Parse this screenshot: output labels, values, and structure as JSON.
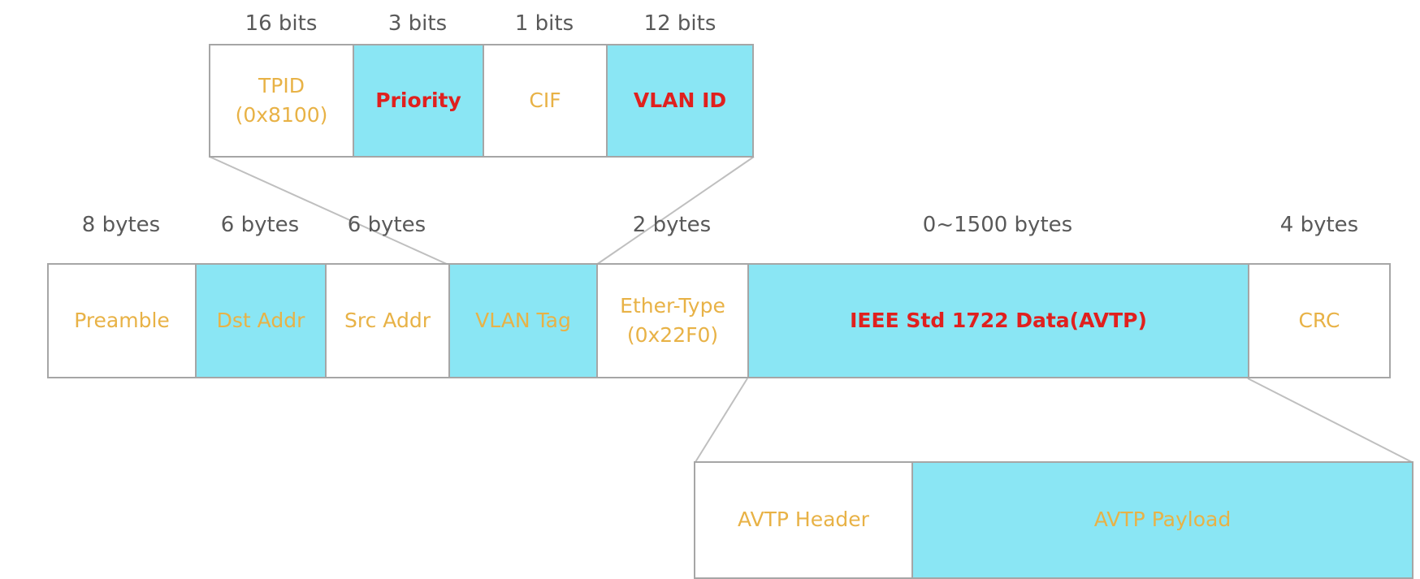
{
  "colors": {
    "accent_fill": "#8ae6f4",
    "label_text": "#e8b246",
    "highlight_text": "#e0201e",
    "size_text": "#595959",
    "border": "#a6a6a6"
  },
  "vlan_tag": {
    "sizes": [
      "16 bits",
      "3 bits",
      "1 bits",
      "12 bits"
    ],
    "fields": [
      {
        "line1": "TPID",
        "line2": "(0x8100)"
      },
      {
        "label": "Priority"
      },
      {
        "label": "CIF"
      },
      {
        "label": "VLAN ID"
      }
    ]
  },
  "frame": {
    "sizes": [
      "8 bytes",
      "6 bytes",
      "6 bytes",
      "2 bytes",
      "0~1500 bytes",
      "4 bytes"
    ],
    "fields": [
      {
        "label": "Preamble"
      },
      {
        "label": "Dst Addr"
      },
      {
        "label": "Src Addr"
      },
      {
        "label": "VLAN Tag"
      },
      {
        "line1": "Ether-Type",
        "line2": "(0x22F0)"
      },
      {
        "label": "IEEE Std 1722 Data(AVTP)"
      },
      {
        "label": "CRC"
      }
    ]
  },
  "avtp": {
    "fields": [
      {
        "label": "AVTP Header"
      },
      {
        "label": "AVTP Payload"
      }
    ]
  }
}
